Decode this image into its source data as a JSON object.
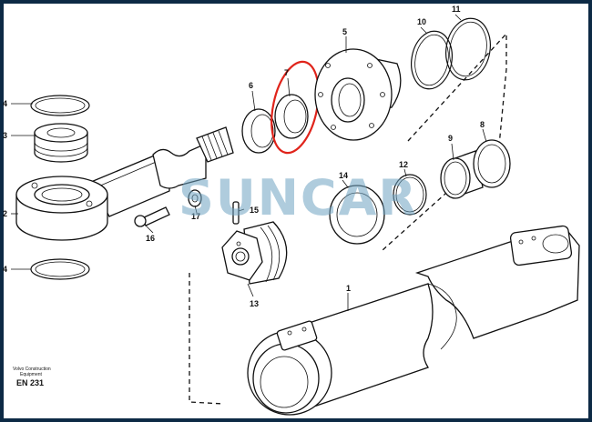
{
  "callouts": {
    "c1": "1",
    "c2": "2",
    "c3": "3",
    "c4a": "4",
    "c4b": "4",
    "c5": "5",
    "c6": "6",
    "c7": "7",
    "c8": "8",
    "c9": "9",
    "c10": "10",
    "c11": "11",
    "c12": "12",
    "c13": "13",
    "c14": "14",
    "c15": "15",
    "c16": "16",
    "c17": "17"
  },
  "caption": {
    "line1": "Volvo Construction",
    "line2": "Equipment",
    "code": "EN 231"
  },
  "watermark": "SUNCAR",
  "colors": {
    "frame": "#0d2a45",
    "highlight": "#e0241b",
    "watermark": "#6fa4c2"
  }
}
